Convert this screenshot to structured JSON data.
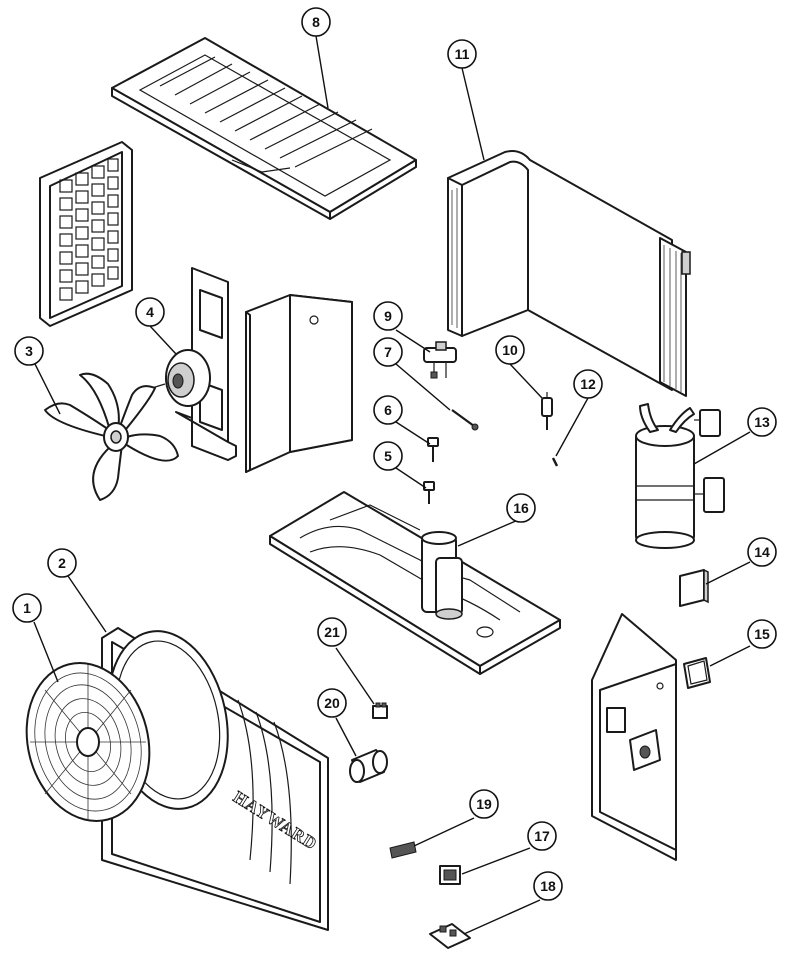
{
  "diagram": {
    "brand_text": "HAYWARD",
    "callouts": [
      {
        "id": "1",
        "label": "1"
      },
      {
        "id": "2",
        "label": "2"
      },
      {
        "id": "3",
        "label": "3"
      },
      {
        "id": "4",
        "label": "4"
      },
      {
        "id": "5",
        "label": "5"
      },
      {
        "id": "6",
        "label": "6"
      },
      {
        "id": "7",
        "label": "7"
      },
      {
        "id": "8",
        "label": "8"
      },
      {
        "id": "9",
        "label": "9"
      },
      {
        "id": "10",
        "label": "10"
      },
      {
        "id": "11",
        "label": "11"
      },
      {
        "id": "12",
        "label": "12"
      },
      {
        "id": "13",
        "label": "13"
      },
      {
        "id": "14",
        "label": "14"
      },
      {
        "id": "15",
        "label": "15"
      },
      {
        "id": "16",
        "label": "16"
      },
      {
        "id": "17",
        "label": "17"
      },
      {
        "id": "18",
        "label": "18"
      },
      {
        "id": "19",
        "label": "19"
      },
      {
        "id": "20",
        "label": "20"
      },
      {
        "id": "21",
        "label": "21"
      }
    ]
  }
}
